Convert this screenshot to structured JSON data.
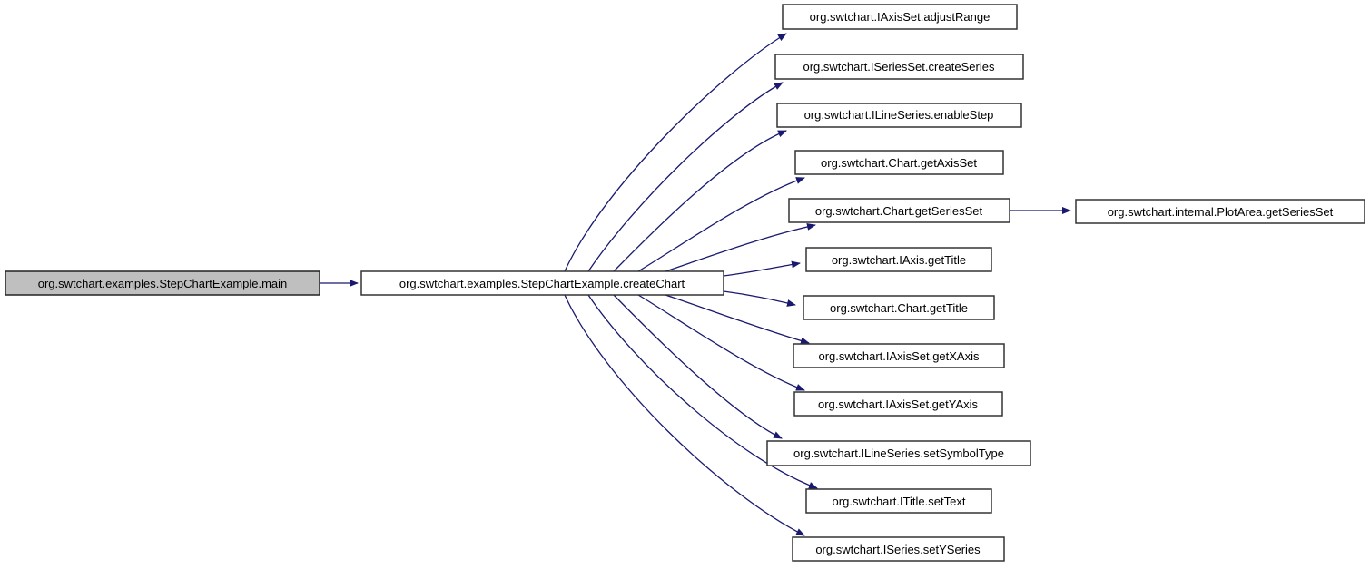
{
  "diagram": {
    "type": "call-graph",
    "colors": {
      "edge": "#191970",
      "node_border": "#333333",
      "node_fill": "#ffffff",
      "focus_node_fill": "#bfbfbf",
      "text": "#000000",
      "background": "#ffffff"
    },
    "nodes": {
      "main": {
        "label": "org.swtchart.examples.StepChartExample.main",
        "highlighted": true
      },
      "createChart": {
        "label": "org.swtchart.examples.StepChartExample.createChart",
        "highlighted": false
      },
      "callees": [
        {
          "label": "org.swtchart.IAxisSet.adjustRange"
        },
        {
          "label": "org.swtchart.ISeriesSet.createSeries"
        },
        {
          "label": "org.swtchart.ILineSeries.enableStep"
        },
        {
          "label": "org.swtchart.Chart.getAxisSet"
        },
        {
          "label": "org.swtchart.Chart.getSeriesSet"
        },
        {
          "label": "org.swtchart.IAxis.getTitle"
        },
        {
          "label": "org.swtchart.Chart.getTitle"
        },
        {
          "label": "org.swtchart.IAxisSet.getXAxis"
        },
        {
          "label": "org.swtchart.IAxisSet.getYAxis"
        },
        {
          "label": "org.swtchart.ILineSeries.setSymbolType"
        },
        {
          "label": "org.swtchart.ITitle.setText"
        },
        {
          "label": "org.swtchart.ISeries.setYSeries"
        }
      ],
      "plotAreaGetSeriesSet": {
        "label": "org.swtchart.internal.PlotArea.getSeriesSet"
      }
    },
    "edges": [
      {
        "from": "org.swtchart.examples.StepChartExample.main",
        "to": "org.swtchart.examples.StepChartExample.createChart"
      },
      {
        "from": "org.swtchart.examples.StepChartExample.createChart",
        "to": "org.swtchart.IAxisSet.adjustRange"
      },
      {
        "from": "org.swtchart.examples.StepChartExample.createChart",
        "to": "org.swtchart.ISeriesSet.createSeries"
      },
      {
        "from": "org.swtchart.examples.StepChartExample.createChart",
        "to": "org.swtchart.ILineSeries.enableStep"
      },
      {
        "from": "org.swtchart.examples.StepChartExample.createChart",
        "to": "org.swtchart.Chart.getAxisSet"
      },
      {
        "from": "org.swtchart.examples.StepChartExample.createChart",
        "to": "org.swtchart.Chart.getSeriesSet"
      },
      {
        "from": "org.swtchart.examples.StepChartExample.createChart",
        "to": "org.swtchart.IAxis.getTitle"
      },
      {
        "from": "org.swtchart.examples.StepChartExample.createChart",
        "to": "org.swtchart.Chart.getTitle"
      },
      {
        "from": "org.swtchart.examples.StepChartExample.createChart",
        "to": "org.swtchart.IAxisSet.getXAxis"
      },
      {
        "from": "org.swtchart.examples.StepChartExample.createChart",
        "to": "org.swtchart.IAxisSet.getYAxis"
      },
      {
        "from": "org.swtchart.examples.StepChartExample.createChart",
        "to": "org.swtchart.ILineSeries.setSymbolType"
      },
      {
        "from": "org.swtchart.examples.StepChartExample.createChart",
        "to": "org.swtchart.ITitle.setText"
      },
      {
        "from": "org.swtchart.examples.StepChartExample.createChart",
        "to": "org.swtchart.ISeries.setYSeries"
      },
      {
        "from": "org.swtchart.Chart.getSeriesSet",
        "to": "org.swtchart.internal.PlotArea.getSeriesSet"
      }
    ]
  }
}
